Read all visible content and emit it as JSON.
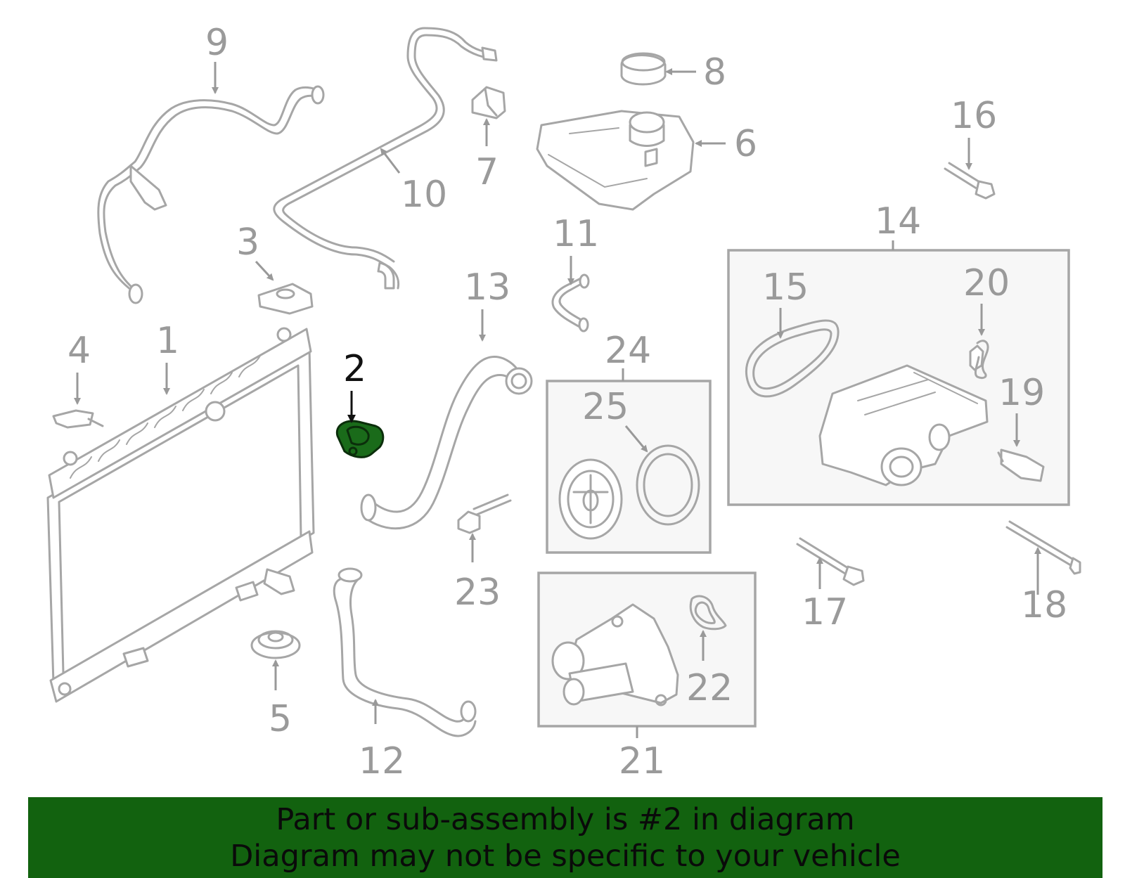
{
  "highlight_color": "#12620f",
  "highlight_part": "2",
  "callouts": [
    "1",
    "2",
    "3",
    "4",
    "5",
    "6",
    "7",
    "8",
    "9",
    "10",
    "11",
    "12",
    "13",
    "14",
    "15",
    "16",
    "17",
    "18",
    "19",
    "20",
    "21",
    "22",
    "23",
    "24",
    "25"
  ],
  "banner": {
    "line1": "Part or sub-assembly is #2 in diagram",
    "line2": "Diagram may not be specific to your vehicle"
  }
}
